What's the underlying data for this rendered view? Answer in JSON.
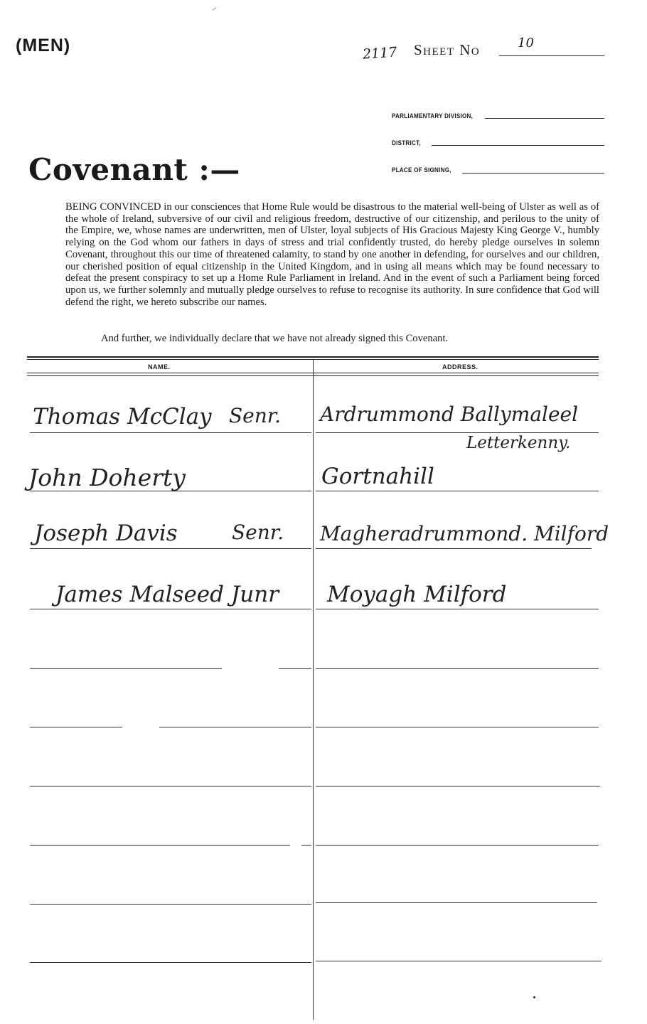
{
  "header": {
    "category": "(MEN)",
    "sheet_ref_handwritten": "2117",
    "sheet_label": "Sheet No",
    "sheet_number": "10"
  },
  "fields": {
    "parliamentary_division": "PARLIAMENTARY DIVISION,",
    "district": "DISTRICT,",
    "place_of_signing": "PLACE OF SIGNING,"
  },
  "title": "Covenant :—",
  "covenant_text": "BEING CONVINCED in our consciences that Home Rule would be disastrous to the material well-being of Ulster as well as of the whole of Ireland, subversive of our civil and religious freedom, destructive of our citizenship, and perilous to the unity of the Empire, we, whose names are underwritten, men of Ulster, loyal subjects of His Gracious Majesty King George V., humbly relying on the God whom our fathers in days of stress and trial confidently trusted, do hereby pledge ourselves in solemn Covenant, throughout this our time of threatened calamity, to stand by one another in defending, for ourselves and our children, our cherished position of equal citizenship in the United Kingdom, and in using all means which may be found necessary to defeat the present conspiracy to set up a Home Rule Parliament in Ireland. And in the event of such a Parliament being forced upon us, we further solemnly and mutually pledge ourselves to refuse to recognise its authority. In sure confidence that God will defend the right, we hereto subscribe our names.",
  "covenant_further": "And further, we individually declare that we have not already signed this Covenant.",
  "table": {
    "headers": {
      "name": "NAME.",
      "address": "ADDRESS."
    },
    "rows": [
      {
        "name": "Thomas McClay",
        "suffix": "Senr.",
        "address": "Ardrummond Ballymaleel",
        "address2": "Letterkenny."
      },
      {
        "name": "John Doherty",
        "suffix": "",
        "address": "Gortnahill",
        "address2": ""
      },
      {
        "name": "Joseph Davis",
        "suffix": "Senr.",
        "address": "Magheradrummond. Milford",
        "address2": ""
      },
      {
        "name": "James Malseed Junr",
        "suffix": "",
        "address": "Moyagh Milford",
        "address2": ""
      }
    ]
  }
}
